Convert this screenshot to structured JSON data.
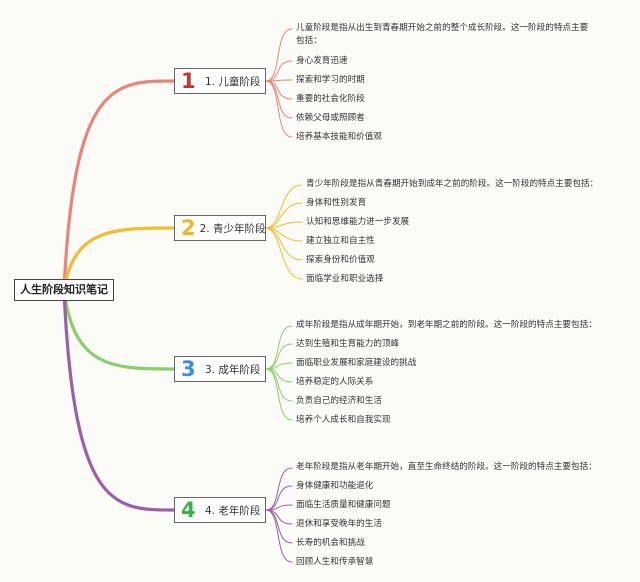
{
  "root": {
    "title": "人生阶段知识笔记"
  },
  "branches": [
    {
      "number": "1",
      "label": "1. 儿童阶段",
      "color": "#e8857a",
      "number_color": "#c0392b",
      "description": "儿童阶段是指从出生到青春期开始之前的整个成长阶段。这一阶段的特点主要包括：",
      "items": [
        "身心发育迅速",
        "探索和学习的时期",
        "重要的社会化阶段",
        "依赖父母或照顾者",
        "培养基本技能和价值观"
      ]
    },
    {
      "number": "2",
      "label": "2. 青少年阶段",
      "color": "#f2bd2e",
      "number_color": "#f0b429",
      "description": "青少年阶段是指从青春期开始到成年之前的阶段。这一阶段的特点主要包括：",
      "items": [
        "身体和性别发育",
        "认知和思维能力进一步发展",
        "建立独立和自主性",
        "探索身份和价值观",
        "面临学业和职业选择"
      ]
    },
    {
      "number": "3",
      "label": "3. 成年阶段",
      "color": "#8ccf6a",
      "number_color": "#3a8fd6",
      "description": "成年阶段是指从成年期开始，到老年期之前的阶段。这一阶段的特点主要包括：",
      "items": [
        "达到生殖和生育能力的顶峰",
        "面临职业发展和家庭建设的挑战",
        "培养稳定的人际关系",
        "负责自己的经济和生活",
        "培养个人成长和自我实现"
      ]
    },
    {
      "number": "4",
      "label": "4. 老年阶段",
      "color": "#9b5fa6",
      "number_color": "#3fae49",
      "description": "老年阶段是指从老年期开始，直至生命终结的阶段。这一阶段的特点主要包括：",
      "items": [
        "身体健康和功能退化",
        "面临生活质量和健康问题",
        "退休和享受晚年的生活",
        "长寿的机会和挑战",
        "回顾人生和传承智慧"
      ]
    }
  ]
}
